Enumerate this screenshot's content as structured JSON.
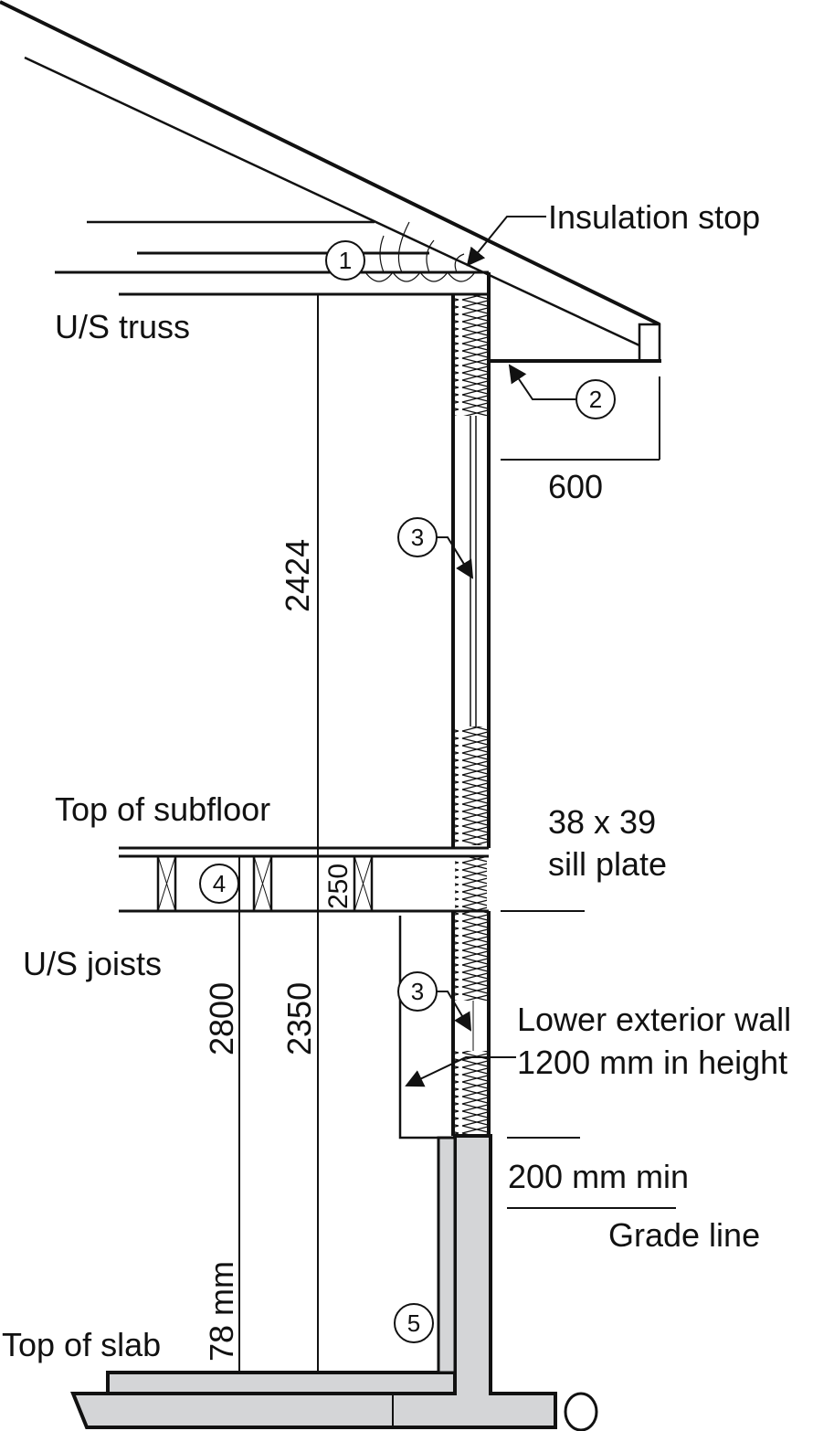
{
  "labels": {
    "insulation_stop": "Insulation stop",
    "us_truss": "U/S truss",
    "overhang": "600",
    "top_subfloor": "Top of subfloor",
    "sill_plate_1": "38 x 39",
    "sill_plate_2": "sill plate",
    "us_joists": "U/S joists",
    "lower_wall_1": "Lower exterior wall",
    "lower_wall_2": "1200 mm in height",
    "clearance": "200 mm min",
    "grade_line": "Grade line",
    "top_slab": "Top of slab",
    "dim_2424": "2424",
    "dim_250": "250",
    "dim_2800": "2800",
    "dim_2350": "2350",
    "dim_78": "78 mm"
  },
  "callouts": [
    "1",
    "2",
    "3",
    "3",
    "4",
    "5"
  ],
  "colors": {
    "line": "#111111",
    "concrete": "#d4d5d7"
  }
}
